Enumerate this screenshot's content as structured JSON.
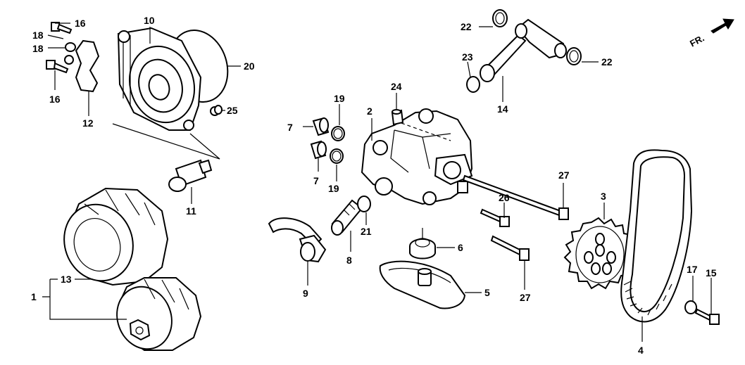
{
  "diagram": {
    "fr_label": "FR.",
    "callouts": {
      "c1": "1",
      "c2": "2",
      "c3": "3",
      "c4": "4",
      "c5": "5",
      "c6": "6",
      "c7a": "7",
      "c7b": "7",
      "c8": "8",
      "c9": "9",
      "c10": "10",
      "c11": "11",
      "c12": "12",
      "c13": "13",
      "c14": "14",
      "c15": "15",
      "c16a": "16",
      "c16b": "16",
      "c17": "17",
      "c18a": "18",
      "c18b": "18",
      "c19a": "19",
      "c19b": "19",
      "c20": "20",
      "c21": "21",
      "c22a": "22",
      "c22b": "22",
      "c23": "23",
      "c24": "24",
      "c25": "25",
      "c26": "26",
      "c27a": "27",
      "c27b": "27"
    },
    "icons": {
      "front_arrow": "front-direction-arrow-icon"
    }
  }
}
